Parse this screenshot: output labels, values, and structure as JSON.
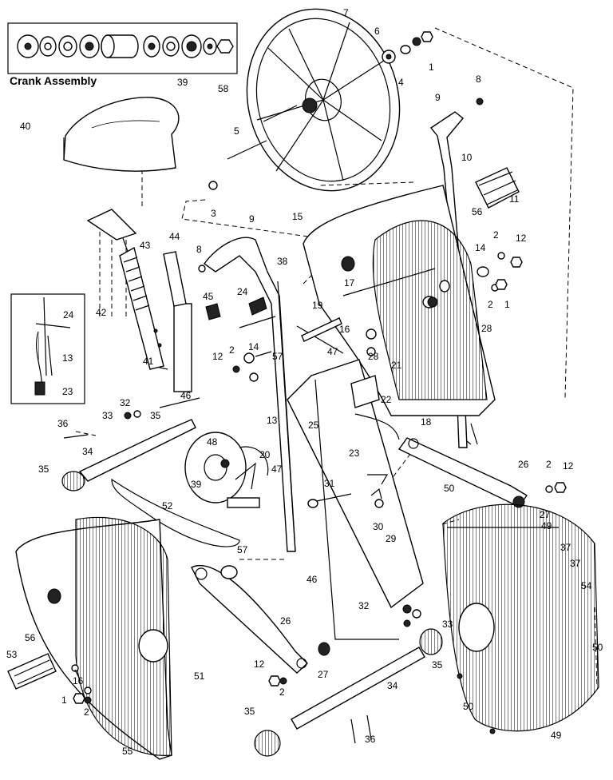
{
  "inset": {
    "title": "Crank Assembly",
    "number": "39"
  },
  "callouts": {
    "c1a": "1",
    "c1b": "1",
    "c1c": "1",
    "c2a": "2",
    "c2b": "2",
    "c2c": "2",
    "c2d": "2",
    "c2e": "2",
    "c2f": "2",
    "c3": "3",
    "c4": "4",
    "c5": "5",
    "c6": "6",
    "c7": "7",
    "c8a": "8",
    "c8b": "8",
    "c9a": "9",
    "c9b": "9",
    "c10": "10",
    "c11": "11",
    "c12a": "12",
    "c12b": "12",
    "c12c": "12",
    "c12d": "12",
    "c13a": "13",
    "c13b": "13",
    "c14a": "14",
    "c14b": "14",
    "c15": "15",
    "c16a": "16",
    "c16b": "16",
    "c17": "17",
    "c18": "18",
    "c19": "19",
    "c20": "20",
    "c21": "21",
    "c22": "22",
    "c23a": "23",
    "c23b": "23",
    "c24a": "24",
    "c24b": "24",
    "c25": "25",
    "c26a": "26",
    "c26b": "26",
    "c27a": "27",
    "c27b": "27",
    "c28a": "28",
    "c28b": "28",
    "c29": "29",
    "c30": "30",
    "c31": "31",
    "c32a": "32",
    "c32b": "32",
    "c33a": "33",
    "c33b": "33",
    "c34a": "34",
    "c34b": "34",
    "c35a": "35",
    "c35b": "35",
    "c35c": "35",
    "c35d": "35",
    "c36a": "36",
    "c36b": "36",
    "c37a": "37",
    "c37b": "37",
    "c38": "38",
    "c39": "39",
    "c40": "40",
    "c41": "41",
    "c42": "42",
    "c43": "43",
    "c44": "44",
    "c45": "45",
    "c46a": "46",
    "c46b": "46",
    "c47a": "47",
    "c47b": "47",
    "c48": "48",
    "c49a": "49",
    "c49b": "49",
    "c50a": "50",
    "c50b": "50",
    "c50c": "50",
    "c51": "51",
    "c52": "52",
    "c53": "53",
    "c54": "54",
    "c55": "55",
    "c56a": "56",
    "c56b": "56",
    "c57a": "57",
    "c57b": "57",
    "c58": "58"
  }
}
